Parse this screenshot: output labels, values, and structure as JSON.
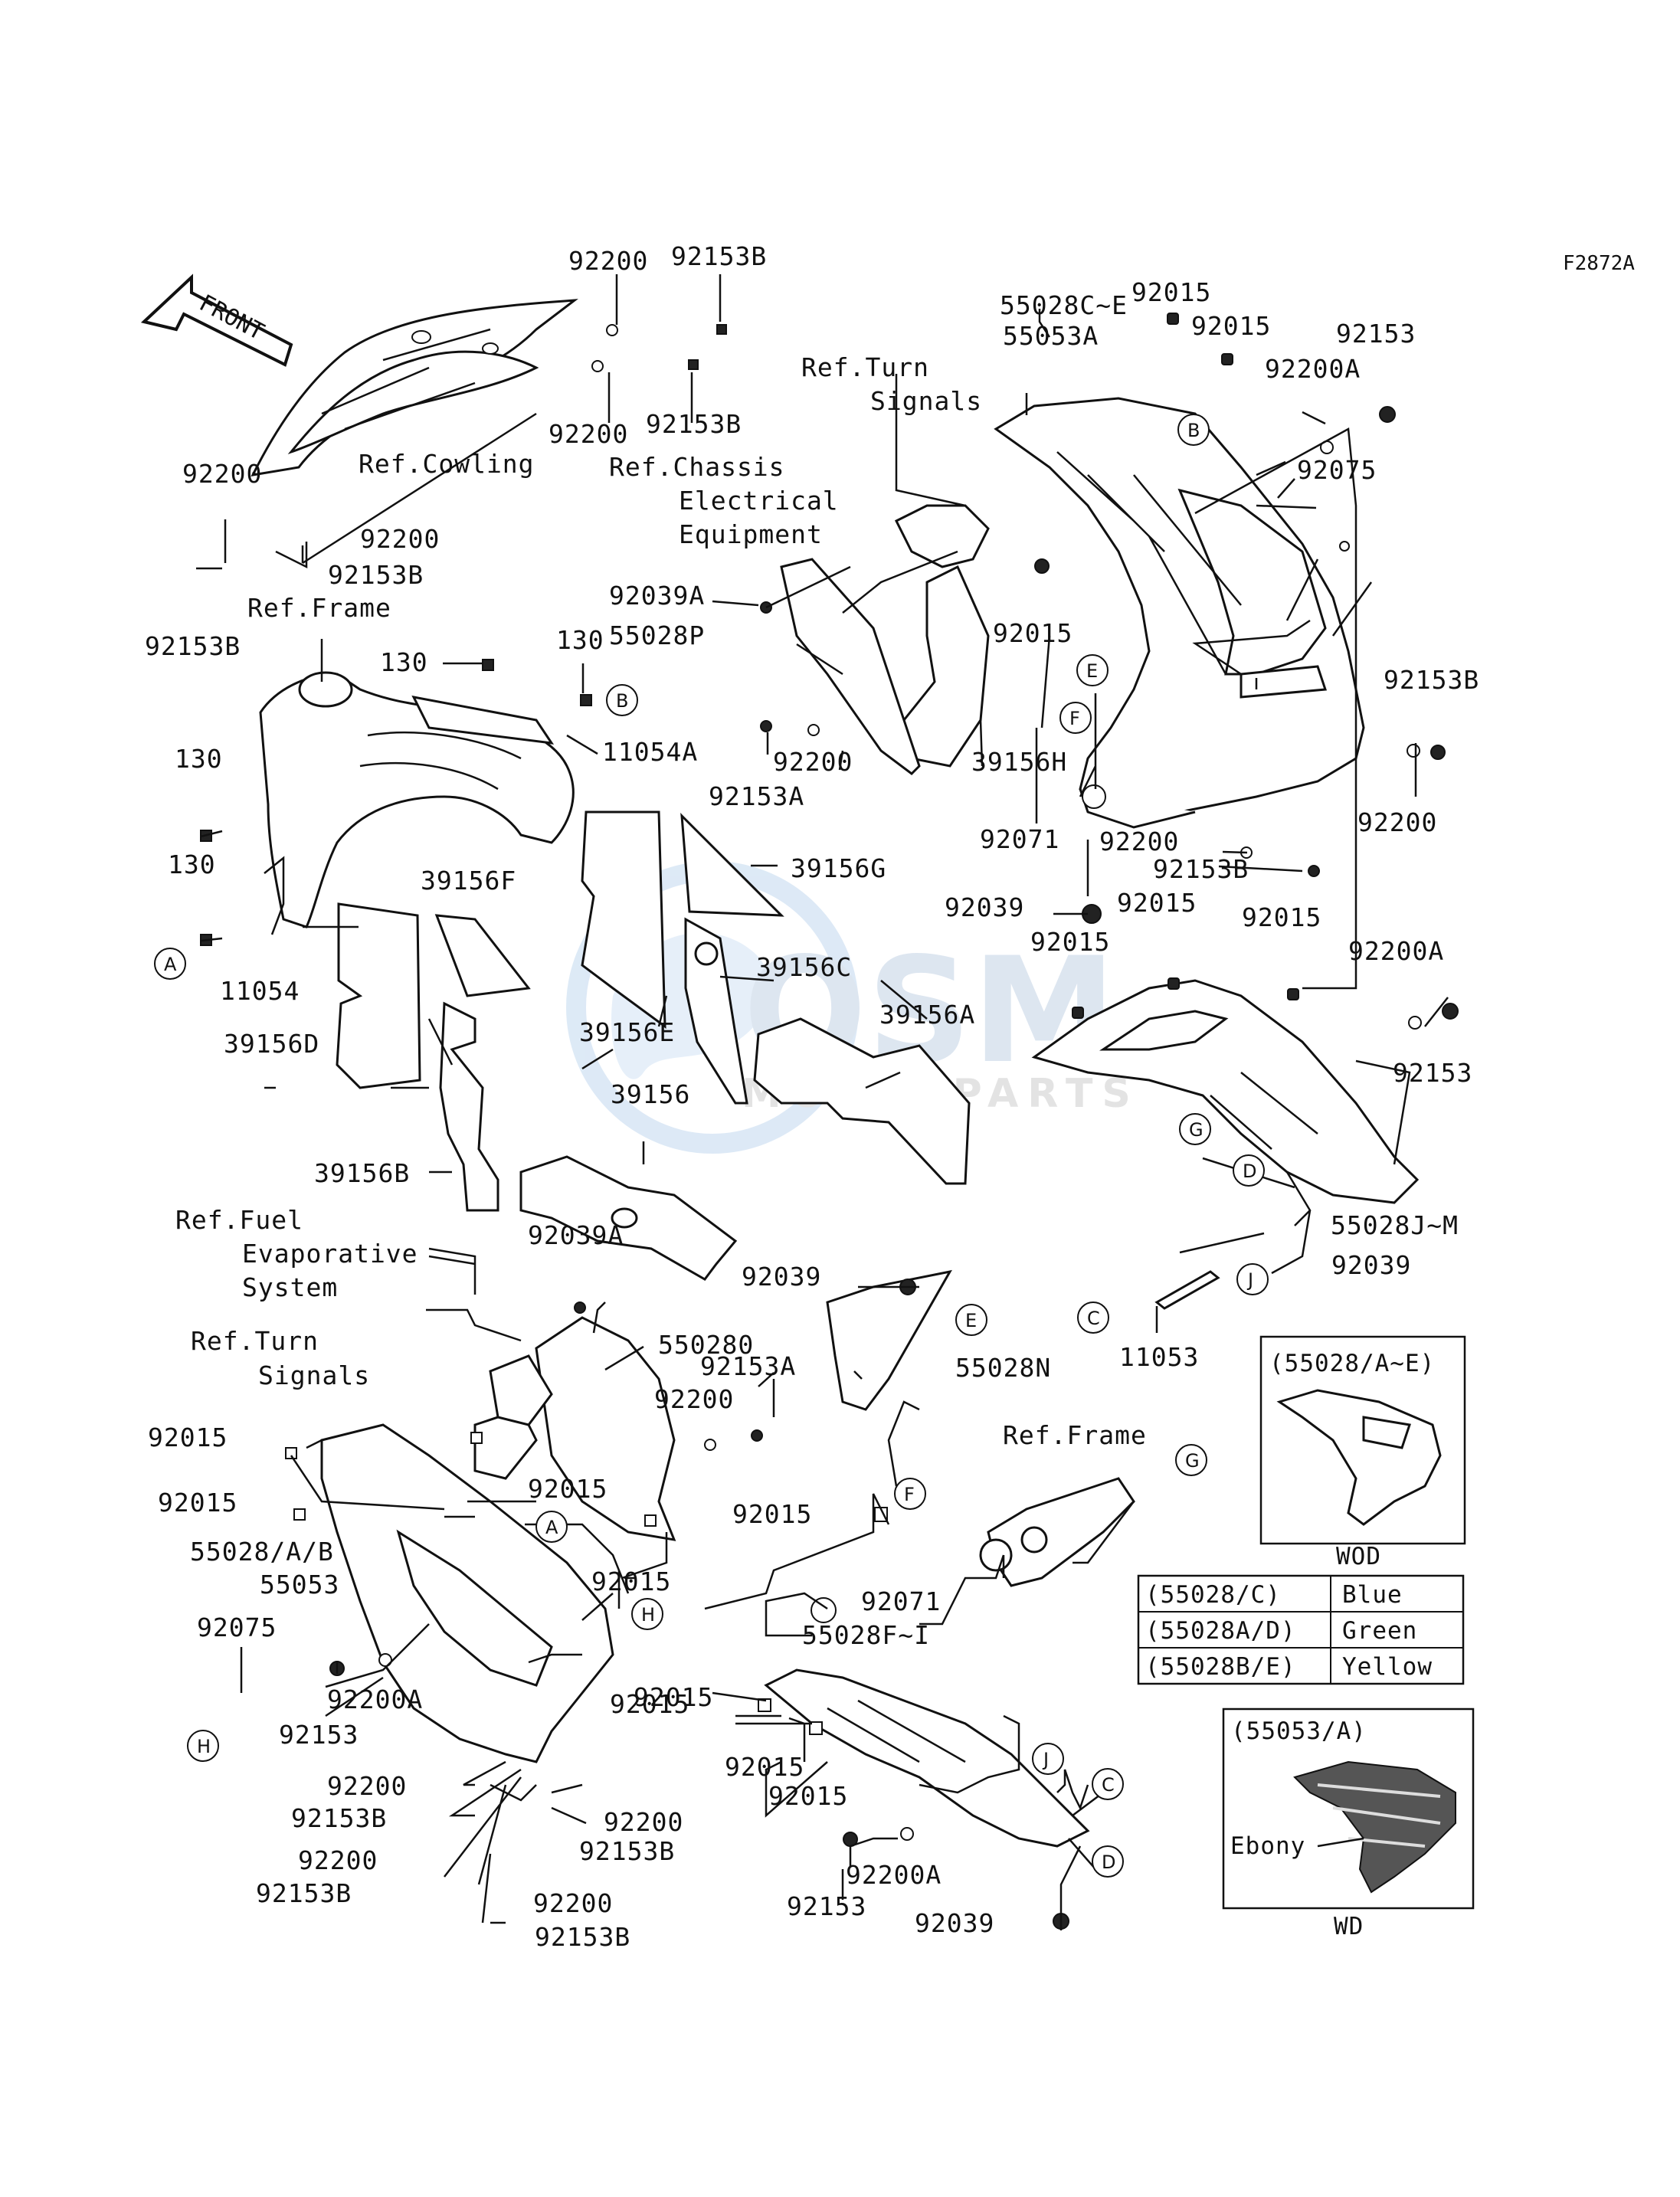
{
  "figure_id": "F2872A",
  "front_arrow": "FRONT",
  "watermark": {
    "brand": "OSM",
    "sub": "MOTORPARTS"
  },
  "callouts": {
    "c1": "92200",
    "c2": "92153B",
    "c3": "92200",
    "c4": "92153B",
    "c5": "92200",
    "c6": "92200",
    "c7": "92153B",
    "c8": "92153B",
    "ref_cowling": "Ref.Cowling",
    "ref_frame_top": "Ref.Frame",
    "c9": "130",
    "c10": "130",
    "c11": "11054A",
    "c12": "130",
    "c13": "130",
    "c14": "11054",
    "c15": "55028C~E",
    "c16": "55053A",
    "c17": "92015",
    "c18": "92015",
    "c19": "92153",
    "c20": "92200A",
    "c21": "92075",
    "ref_turn_top_1": "Ref.Turn",
    "ref_turn_top_2": "Signals",
    "ref_chassis_1": "Ref.Chassis",
    "ref_chassis_2": "Electrical",
    "ref_chassis_3": "Equipment",
    "c22": "92039A",
    "c23": "55028P",
    "c24": "92200",
    "c25": "92153A",
    "c26": "39156H",
    "c27": "92015",
    "c28": "92153B",
    "c29": "92200",
    "c30": "92071",
    "c31": "92039",
    "c32": "92200",
    "c33": "92153B",
    "c34": "92015",
    "c35": "92015",
    "c36": "92015",
    "c37": "92200A",
    "c38": "92153",
    "c39": "55028J~M",
    "c40": "92039",
    "c41": "11053",
    "p1": "39156F",
    "p2": "39156D",
    "p3": "39156B",
    "p4": "39156E",
    "p5": "39156",
    "p6": "39156G",
    "p7": "39156C",
    "p8": "39156A",
    "ref_fuel_1": "Ref.Fuel",
    "ref_fuel_2": "Evaporative",
    "ref_fuel_3": "System",
    "ref_turn_bot_1": "Ref.Turn",
    "ref_turn_bot_2": "Signals",
    "c42": "92039A",
    "c43": "550280",
    "c44": "92153A",
    "c45": "92200",
    "c46": "92039",
    "c47": "55028N",
    "c48": "92015",
    "c49": "92015",
    "c50": "92015",
    "c51": "55028/A/B",
    "c52": "55053",
    "c53": "92015",
    "c54": "92015",
    "c55": "92075",
    "c56": "92200A",
    "c57": "92153",
    "c58": "92200",
    "c59": "92153B",
    "c60": "92200",
    "c61": "92153B",
    "c62": "92200",
    "c63": "92153B",
    "c64": "92200",
    "c65": "92153B",
    "c66": "92015",
    "c67": "92071",
    "c68": "55028F~I",
    "c69": "92015",
    "c70": "92015",
    "c71": "92015",
    "c72": "92200A",
    "c73": "92153",
    "c74": "92039",
    "ref_frame_bot": "Ref.Frame"
  },
  "circle_letters": {
    "a1": "A",
    "a2": "A",
    "b1": "B",
    "b2": "B",
    "c1": "C",
    "c2": "C",
    "d1": "D",
    "d2": "D",
    "e1": "E",
    "e2": "E",
    "f1": "F",
    "f2": "F",
    "g1": "G",
    "g2": "G",
    "h1": "H",
    "h2": "H",
    "j1": "J",
    "j2": "J"
  },
  "inset_wod": {
    "header": "(55028/A~E)",
    "caption": "WOD"
  },
  "inset_wd": {
    "header": "(55053/A)",
    "label": "Ebony",
    "caption": "WD"
  },
  "color_table": [
    {
      "code": "(55028/C)",
      "color": "Blue"
    },
    {
      "code": "(55028A/D)",
      "color": "Green"
    },
    {
      "code": "(55028B/E)",
      "color": "Yellow"
    }
  ]
}
